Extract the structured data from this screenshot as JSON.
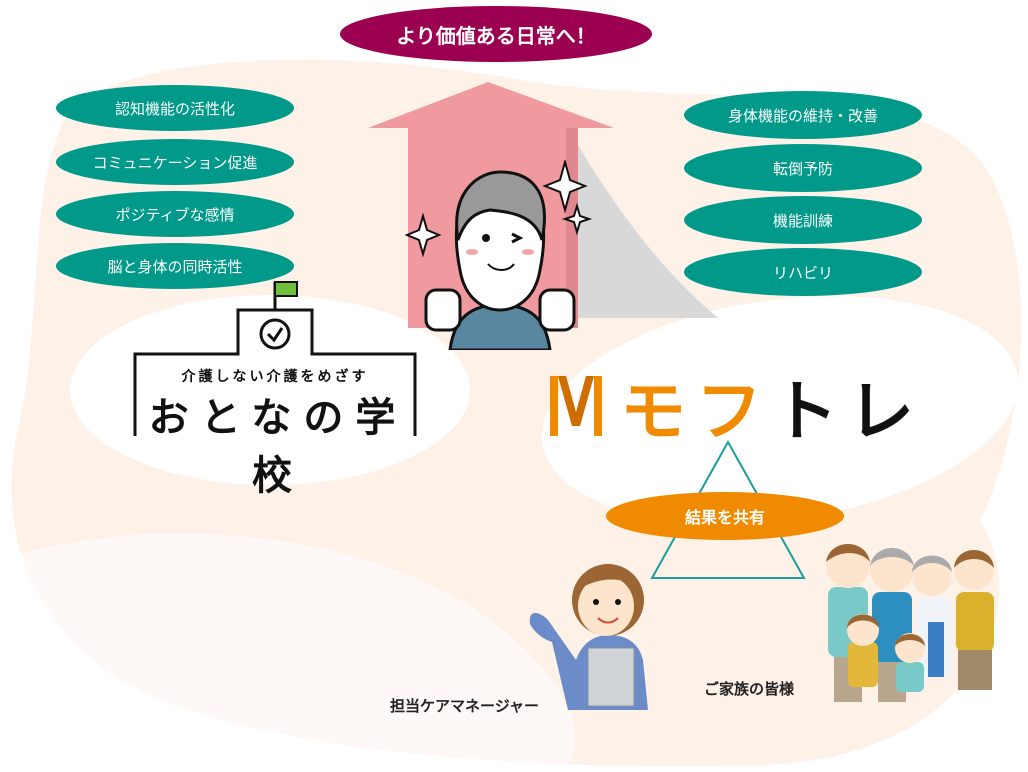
{
  "headline": "より価値ある日常へ！",
  "left_benefits": [
    "認知機能の活性化",
    "コミュニケーション促進",
    "ポジティブな感情",
    "脳と身体の同時活性"
  ],
  "right_benefits": [
    "身体機能の維持・改善",
    "転倒予防",
    "機能訓練",
    "リハビリ"
  ],
  "school_logo": {
    "subtitle": "介護しない介護をめざす",
    "title": "おとなの学校"
  },
  "mofutore_logo": {
    "orange_part": "モフ",
    "black_part": "トレ"
  },
  "share_label": "結果を共有",
  "care_manager_label": "担当ケアマネージャー",
  "family_label": "ご家族の皆様",
  "colors": {
    "headline": "#9c0050",
    "teal": "#00998a",
    "orange": "#f08a00",
    "arrow": "#f09aa0",
    "blob": "#fdf1e8"
  }
}
